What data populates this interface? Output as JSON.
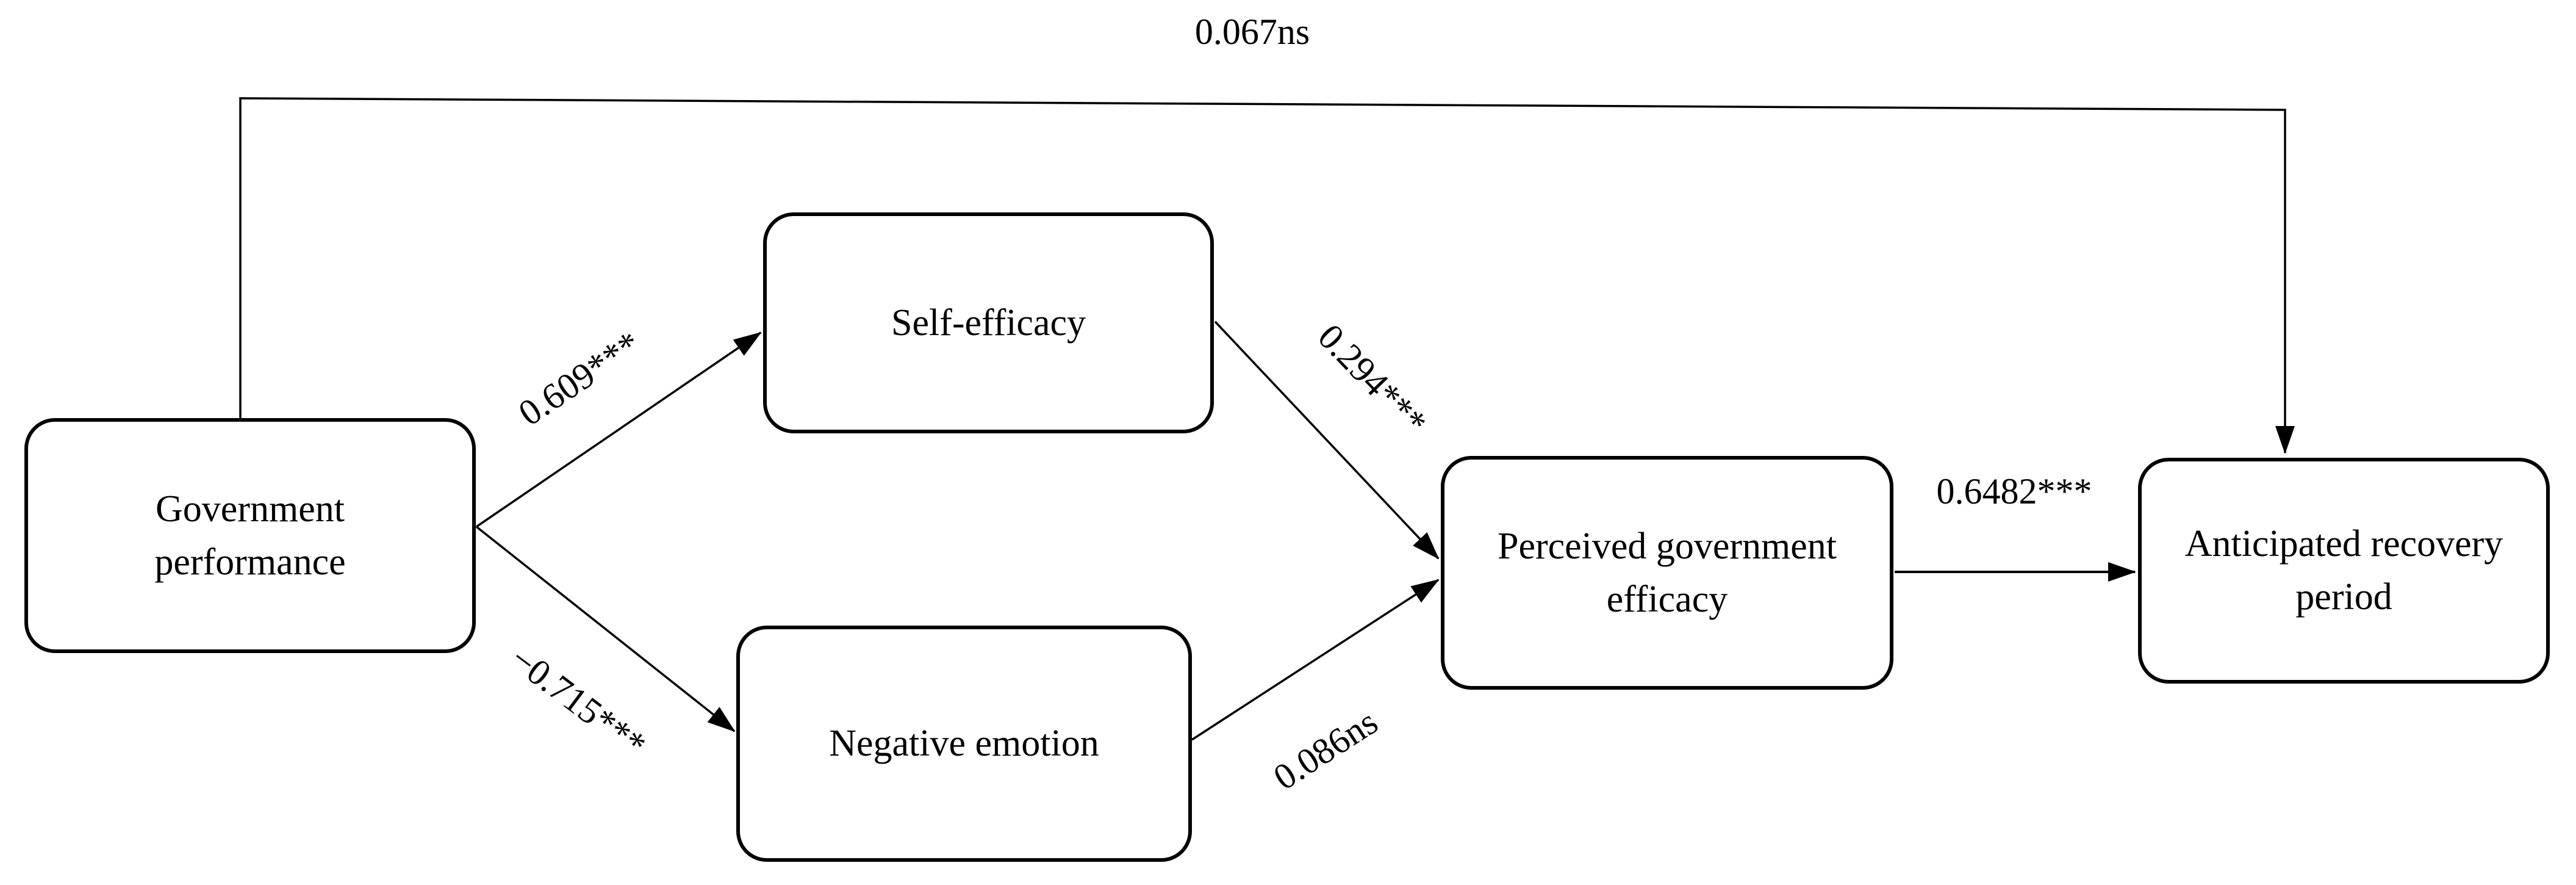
{
  "figure": {
    "type": "path-diagram",
    "background_color": "#ffffff",
    "line_color": "#000000",
    "text_color": "#000000"
  },
  "nodes": [
    {
      "id": "government-performance",
      "label": "Government\nperformance"
    },
    {
      "id": "self-efficacy",
      "label": "Self-efficacy"
    },
    {
      "id": "negative-emotion",
      "label": "Negative emotion"
    },
    {
      "id": "perceived-government-efficacy",
      "label": "Perceived government\nefficacy"
    },
    {
      "id": "anticipated-recovery-period",
      "label": "Anticipated recovery\nperiod"
    }
  ],
  "edges": [
    {
      "from": "Government performance",
      "to": "Anticipated recovery period",
      "label": "0.067ns"
    },
    {
      "from": "Government performance",
      "to": "Self-efficacy",
      "label": "0.609***"
    },
    {
      "from": "Government performance",
      "to": "Negative emotion",
      "label": "−0.715***"
    },
    {
      "from": "Self-efficacy",
      "to": "Perceived government efficacy",
      "label": "0.294***"
    },
    {
      "from": "Negative emotion",
      "to": "Perceived government efficacy",
      "label": "0.086ns"
    },
    {
      "from": "Perceived government efficacy",
      "to": "Anticipated recovery period",
      "label": "0.6482***"
    }
  ]
}
